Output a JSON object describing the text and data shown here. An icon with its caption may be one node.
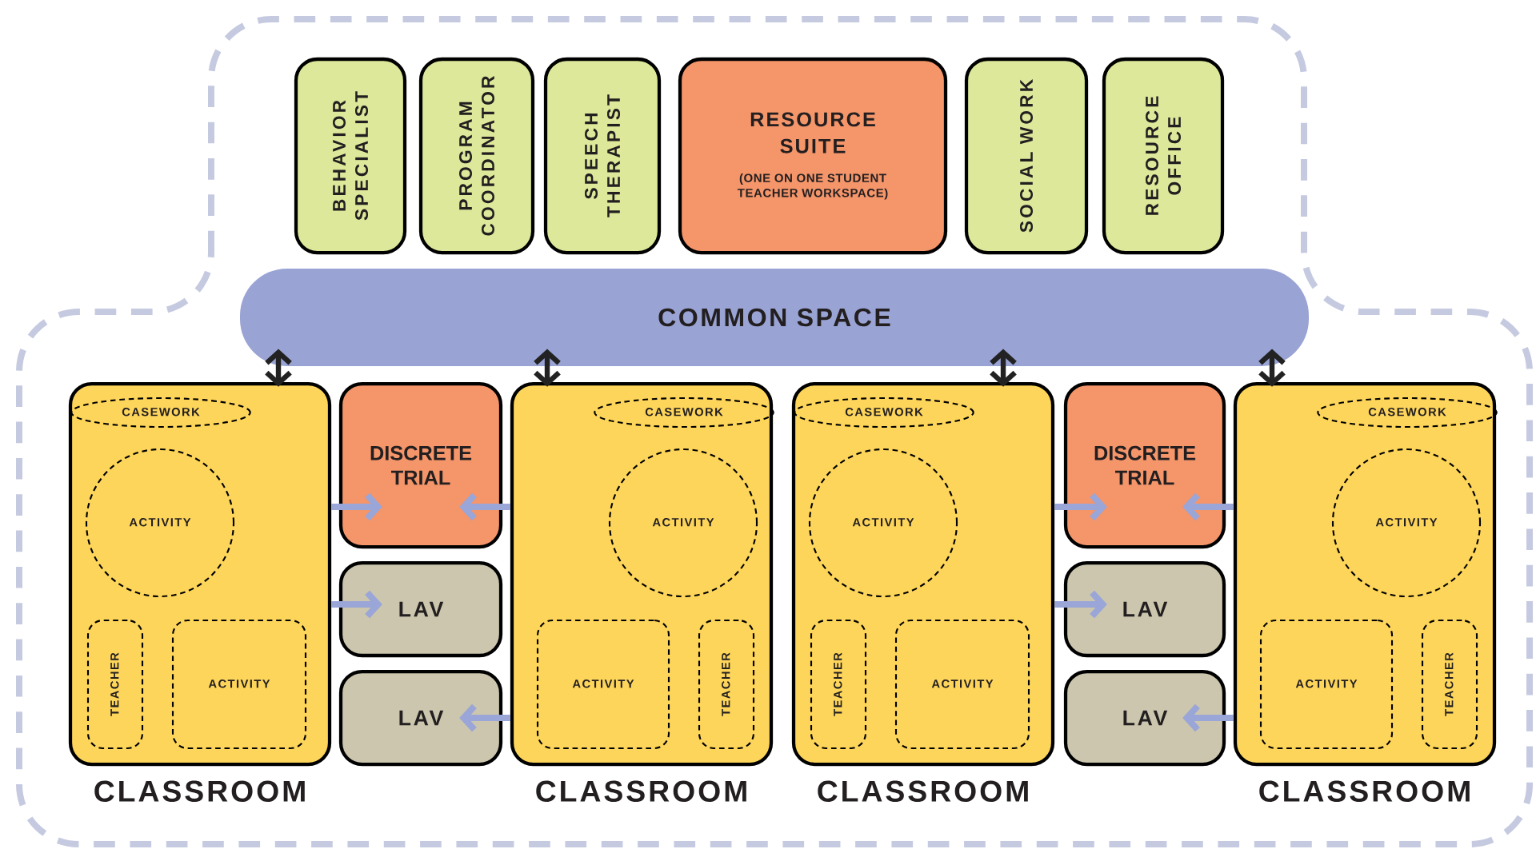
{
  "diagram": {
    "nodes": [
      {
        "text": [
          "BEHAVIOR SPECIALIST"
        ]
      },
      {
        "text": [
          "PROGRAM COORDINATOR"
        ]
      },
      {
        "text": [
          "SPEECH THERAPIST"
        ]
      },
      {
        "text": [
          "RESOURCE SUITE",
          "(ONE ON ONE STUDENT TEACHER WORKSPACE)"
        ]
      },
      {
        "text": [
          "SOCIAL WORK"
        ]
      },
      {
        "text": [
          "RESOURCE OFFICE"
        ]
      },
      {
        "text": [
          "COMMON SPACE"
        ]
      },
      {
        "text": [],
        "shape": "box",
        "beside": [
          "CLASSROOM"
        ]
      },
      {
        "text": [
          "CASEWORK"
        ],
        "in": 7
      },
      {
        "text": [
          "ACTIVITY"
        ],
        "in": 7
      },
      {
        "text": [
          "TEACHER"
        ],
        "in": 7
      },
      {
        "text": [
          "ACTIVITY"
        ],
        "in": 7
      },
      {
        "text": [
          "DISCRETE TRIAL"
        ]
      },
      {
        "text": [
          "LAV"
        ]
      },
      {
        "text": [
          "LAV"
        ]
      },
      {
        "text": [],
        "shape": "box",
        "beside": [
          "CLASSROOM"
        ]
      },
      {
        "text": [
          "CASEWORK"
        ],
        "in": 15
      },
      {
        "text": [
          "ACTIVITY"
        ],
        "in": 15
      },
      {
        "text": [
          "ACTIVITY"
        ],
        "in": 15
      },
      {
        "text": [
          "TEACHER"
        ],
        "in": 15
      },
      {
        "text": [],
        "shape": "box",
        "beside": [
          "CLASSROOM"
        ]
      },
      {
        "text": [
          "CASEWORK"
        ],
        "in": 20
      },
      {
        "text": [
          "ACTIVITY"
        ],
        "in": 20
      },
      {
        "text": [
          "TEACHER"
        ],
        "in": 20
      },
      {
        "text": [
          "ACTIVITY"
        ],
        "in": 20
      },
      {
        "text": [
          "DISCRETE TRIAL"
        ]
      },
      {
        "text": [
          "LAV"
        ]
      },
      {
        "text": [
          "LAV"
        ]
      },
      {
        "text": [],
        "shape": "box",
        "beside": [
          "CLASSROOM"
        ]
      },
      {
        "text": [
          "CASEWORK"
        ],
        "in": 28
      },
      {
        "text": [
          "ACTIVITY"
        ],
        "in": 28
      },
      {
        "text": [
          "ACTIVITY"
        ],
        "in": 28
      },
      {
        "text": [
          "TEACHER"
        ],
        "in": 28
      }
    ],
    "edges": [
      {
        "from": 6,
        "to": 7,
        "arrow": "both",
        "color": "#222222"
      },
      {
        "from": 6,
        "to": 15,
        "arrow": "both",
        "color": "#222222"
      },
      {
        "from": 6,
        "to": 20,
        "arrow": "both",
        "color": "#222222"
      },
      {
        "from": 6,
        "to": 28,
        "arrow": "both",
        "color": "#222222"
      },
      {
        "from": 7,
        "to": 12,
        "arrow": "to"
      },
      {
        "from": 7,
        "to": 13,
        "arrow": "to"
      },
      {
        "from": 15,
        "to": 12,
        "arrow": "to"
      },
      {
        "from": 15,
        "to": 14,
        "arrow": "to"
      },
      {
        "from": 20,
        "to": 25,
        "arrow": "to"
      },
      {
        "from": 20,
        "to": 26,
        "arrow": "to"
      },
      {
        "from": 28,
        "to": 25,
        "arrow": "to"
      },
      {
        "from": 28,
        "to": 27,
        "arrow": "to"
      }
    ]
  }
}
